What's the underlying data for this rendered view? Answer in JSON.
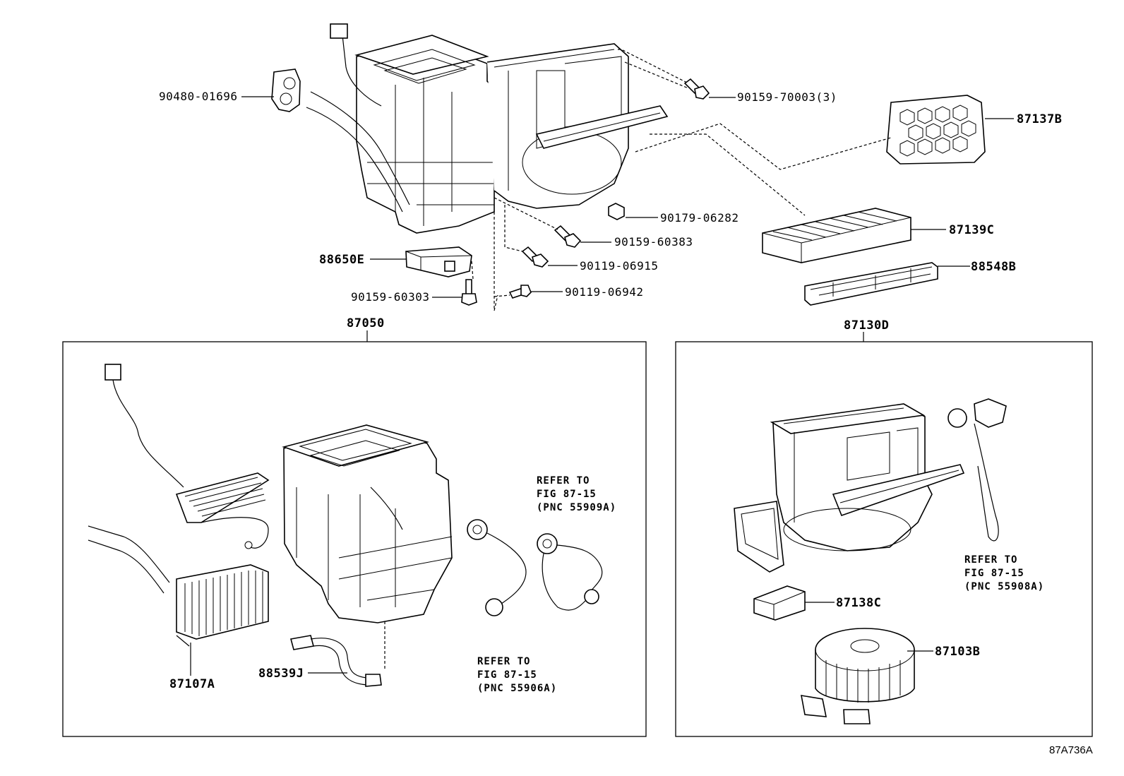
{
  "labels": {
    "p90480": "90480-01696",
    "p90159_70003": "90159-70003(3)",
    "p87137B": "87137B",
    "p90179": "90179-06282",
    "p90159_60383": "90159-60383",
    "p87139C": "87139C",
    "p88650E": "88650E",
    "p90119_06915": "90119-06915",
    "p88548B": "88548B",
    "p90159_60303": "90159-60303",
    "p90119_06942": "90119-06942",
    "p87050": "87050",
    "p87130D": "87130D",
    "p87107A": "87107A",
    "p88539J": "88539J",
    "p87138C": "87138C",
    "p87103B": "87103B"
  },
  "notes": {
    "n55909A": [
      "REFER TO",
      "FIG 87-15",
      "(PNC 55909A)"
    ],
    "n55906A": [
      "REFER TO",
      "FIG 87-15",
      "(PNC 55906A)"
    ],
    "n55908A": [
      "REFER TO",
      "FIG 87-15",
      "(PNC 55908A)"
    ]
  },
  "figure_code": "87A736A"
}
